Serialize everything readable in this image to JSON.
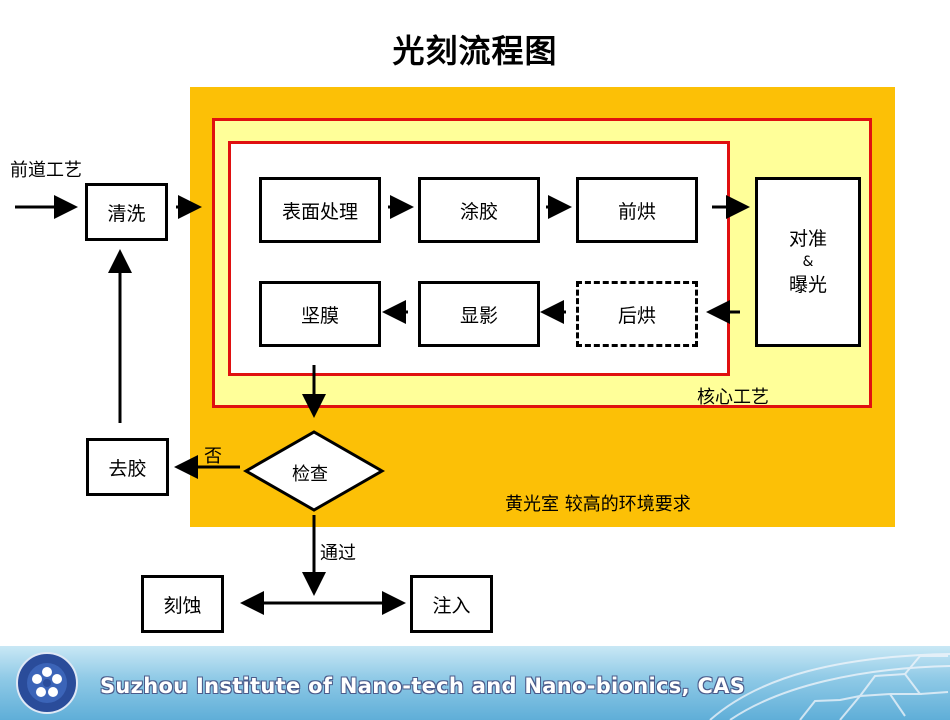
{
  "title": "光刻流程图",
  "labels": {
    "prev_process": "前道工艺",
    "core_process": "核心工艺",
    "yellow_room": "黄光室 较高的环境要求",
    "fail": "否",
    "pass": "通过"
  },
  "boxes": {
    "clean": "清洗",
    "surface": "表面处理",
    "coat": "涂胶",
    "prebake": "前烘",
    "align_1": "对准",
    "align_amp": "&",
    "align_2": "曝光",
    "postbake": "后烘",
    "develop": "显影",
    "hardbake": "坚膜",
    "inspect": "检查",
    "strip": "去胶",
    "etch": "刻蚀",
    "implant": "注入"
  },
  "footer": {
    "institute": "Suzhou Institute of Nano-tech and Nano-bionics, CAS"
  },
  "colors": {
    "yellow_room": "#fcc006",
    "core_zone": "#ffff99",
    "border_red": "#e01010"
  }
}
